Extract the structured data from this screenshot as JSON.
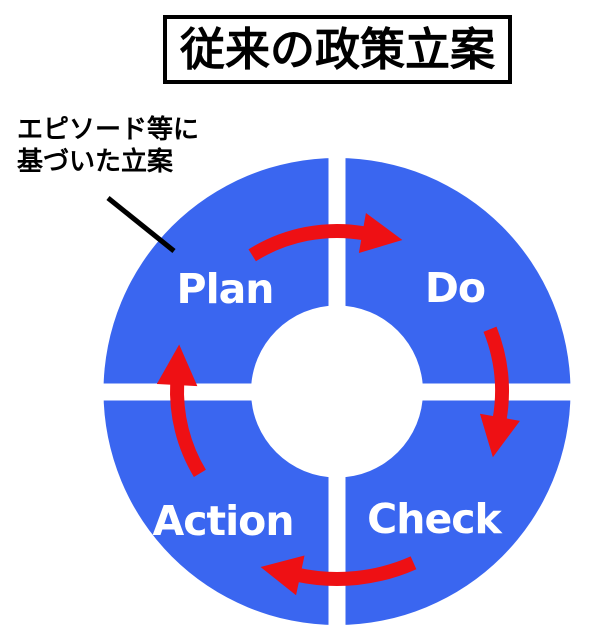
{
  "title": "従来の政策立案",
  "annotation": {
    "line1": "エピソード等に",
    "line2": "基づいた立案"
  },
  "cycle": {
    "direction": "clockwise",
    "quadrants": [
      {
        "id": "plan",
        "label": "Plan"
      },
      {
        "id": "do",
        "label": "Do"
      },
      {
        "id": "check",
        "label": "Check"
      },
      {
        "id": "action",
        "label": "Action"
      }
    ]
  },
  "colors": {
    "ring-blue": "#3A66F0",
    "arrow-red": "#EE1014",
    "text-black": "#000000",
    "background": "#FFFFFF"
  }
}
